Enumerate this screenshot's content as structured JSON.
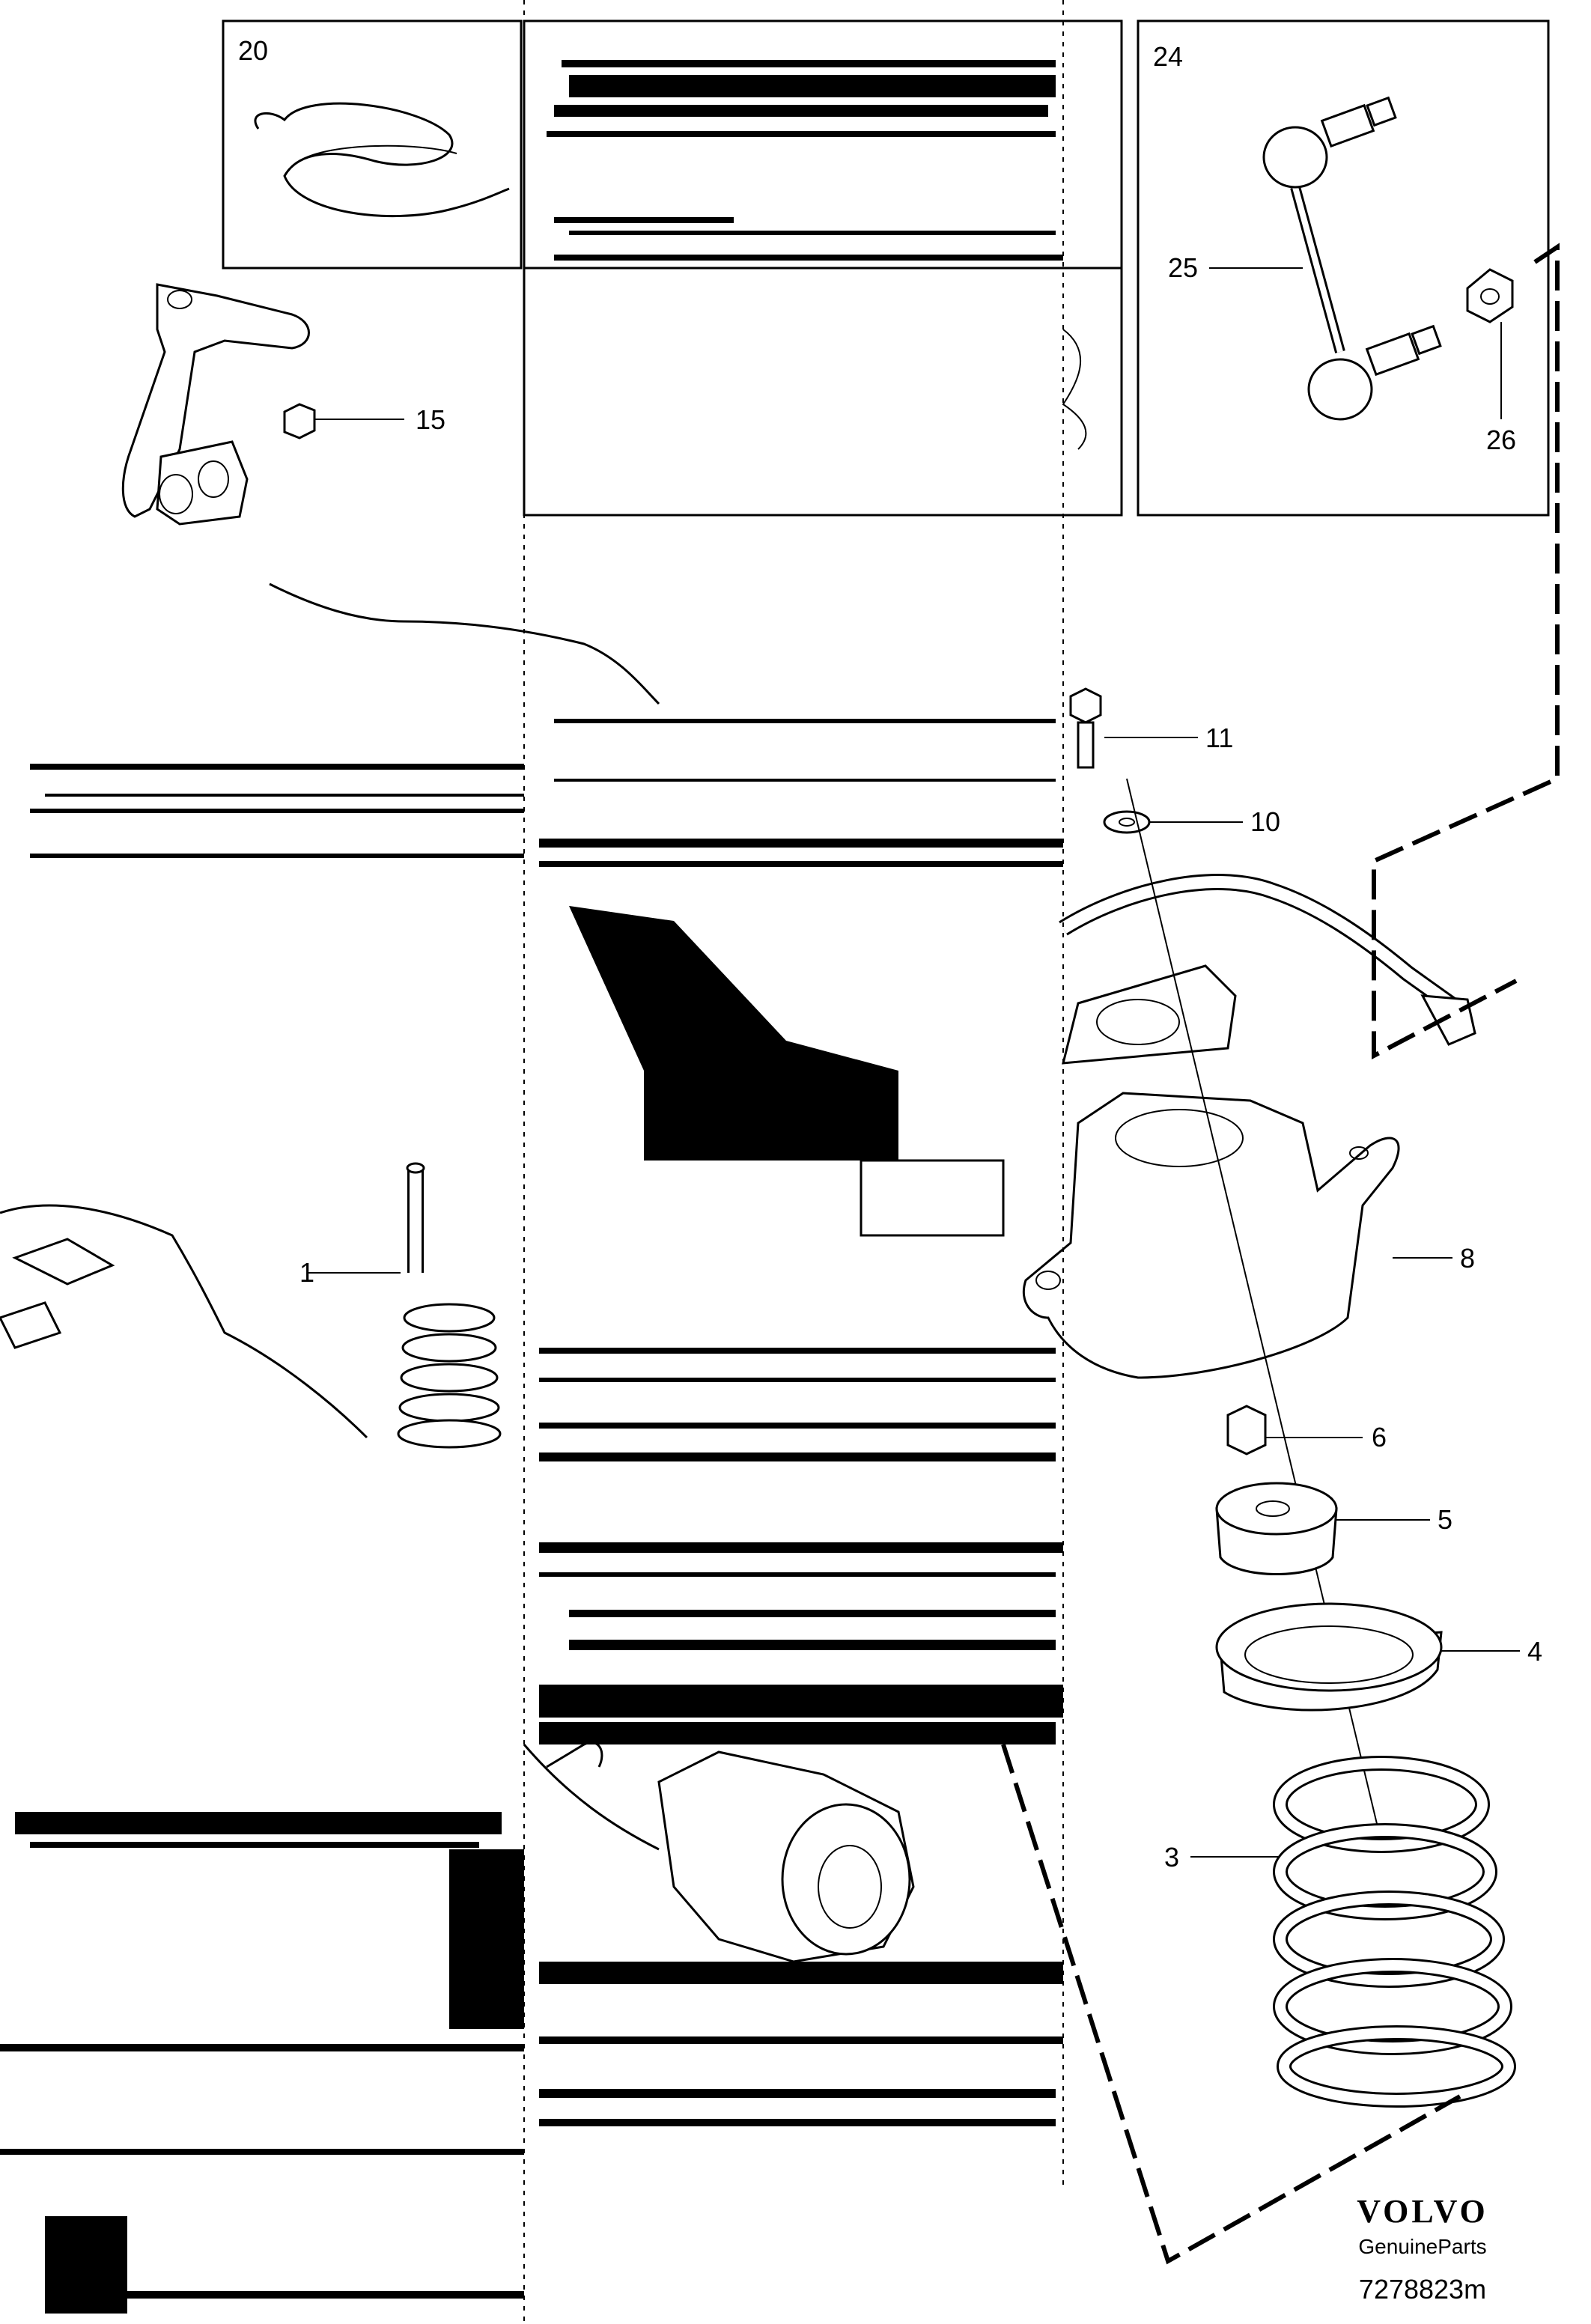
{
  "callouts": {
    "c20": "20",
    "c24": "24",
    "c15": "15",
    "c25": "25",
    "c26": "26",
    "c11": "11",
    "c10": "10",
    "c8": "8",
    "c1": "1",
    "c6": "6",
    "c5": "5",
    "c4": "4",
    "c3": "3"
  },
  "branding": {
    "logo": "VOLVO",
    "tagline": "GenuineParts",
    "drawing_number": "7278823m"
  }
}
